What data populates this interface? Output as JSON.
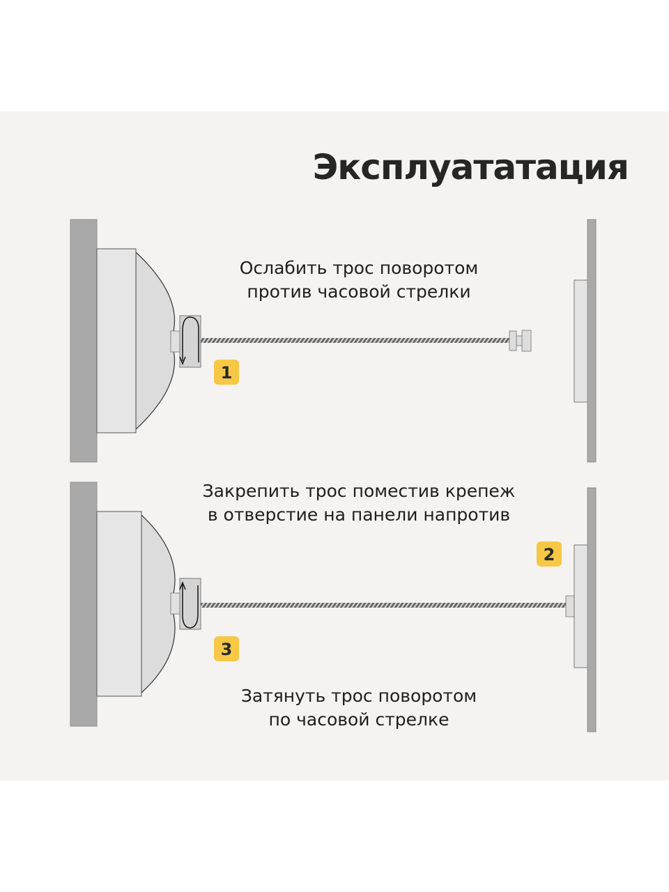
{
  "title": "Эксплуататация",
  "steps": [
    {
      "number": "1",
      "caption_line1": "Ослабить трос поворотом",
      "caption_line2": "против часовой стрелки"
    },
    {
      "number": "2",
      "caption_line1": "Закрепить трос поместив крепеж",
      "caption_line2": "в отверстие на панели напротив"
    },
    {
      "number": "3",
      "caption_line1": "Затянуть трос поворотом",
      "caption_line2": "по часовой стрелке"
    }
  ],
  "colors": {
    "background": "#f4f3f1",
    "wall": "#a9a9a9",
    "device": "#e4e4e4",
    "badge": "#f6c845",
    "rope": "#6e6e6e"
  }
}
